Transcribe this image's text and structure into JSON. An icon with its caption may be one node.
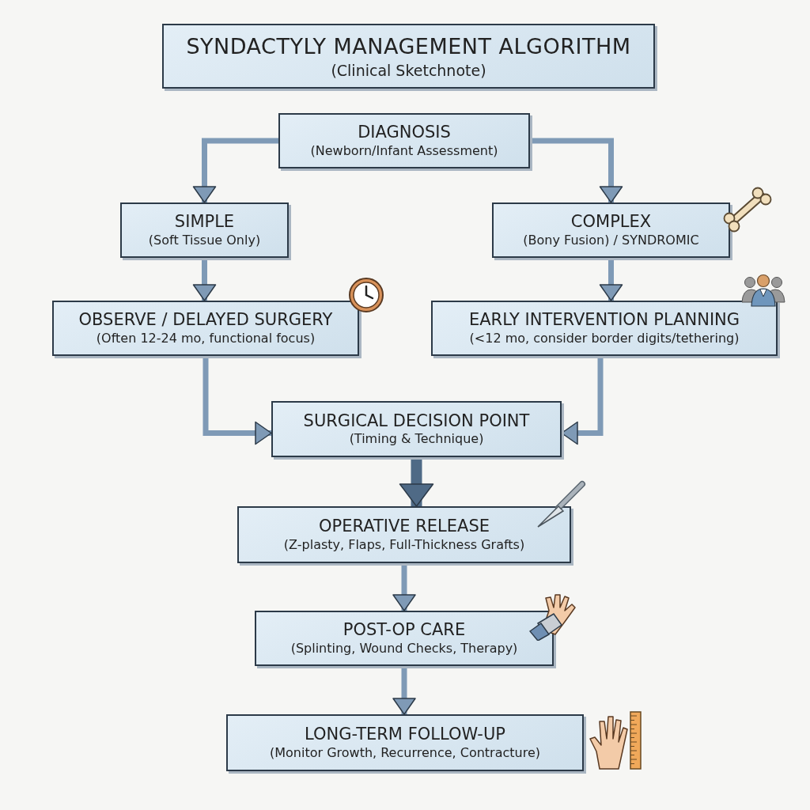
{
  "diagram": {
    "title": "SYNDACTYLY MANAGEMENT ALGORITHM",
    "nodes": [
      {
        "text": [
          "DIAGNOSIS",
          "(Newborn/Infant Assessment)"
        ]
      },
      {
        "text": [
          "SIMPLE",
          "(Soft Tissue Only)"
        ]
      },
      {
        "text": [
          "COMPLEX",
          "(Bony Fusion) / SYNDROMIC"
        ]
      },
      {
        "text": [
          "OBSERVE / DELAYED SURGERY",
          "(Often 12-24 mo, functional focus)"
        ]
      },
      {
        "text": [
          "EARLY INTERVENTION PLANNING",
          "(<12 mo, consider border digits/tethering)"
        ]
      },
      {
        "text": [
          "SURGICAL DECISION POINT",
          "(Timing & Technique)"
        ]
      },
      {
        "text": [
          "OPERATIVE RELEASE",
          "(Z-plasty, Flaps, Full-Thickness Grafts)"
        ]
      },
      {
        "text": [
          "POST-OP CARE",
          "(Splinting, Wound Checks, Therapy)"
        ]
      },
      {
        "text": [
          "LONG-TERM FOLLOW-UP",
          "(Monitor Growth, Recurrence, Contracture)"
        ]
      }
    ],
    "edges": [
      {
        "from": 0,
        "to": 1,
        "arrow": "to"
      },
      {
        "from": 0,
        "to": 2,
        "arrow": "to"
      },
      {
        "from": 1,
        "to": 3,
        "arrow": "to"
      },
      {
        "from": 2,
        "to": 4,
        "arrow": "to"
      },
      {
        "from": 3,
        "to": 5,
        "arrow": "to"
      },
      {
        "from": 4,
        "to": 5,
        "arrow": "to"
      },
      {
        "from": 5,
        "to": 6,
        "arrow": "to",
        "style": "thick"
      },
      {
        "from": 6,
        "to": 7,
        "arrow": "to"
      },
      {
        "from": 7,
        "to": 8,
        "arrow": "to"
      }
    ],
    "labels": [
      "(Clinical Sketchnote)"
    ]
  }
}
